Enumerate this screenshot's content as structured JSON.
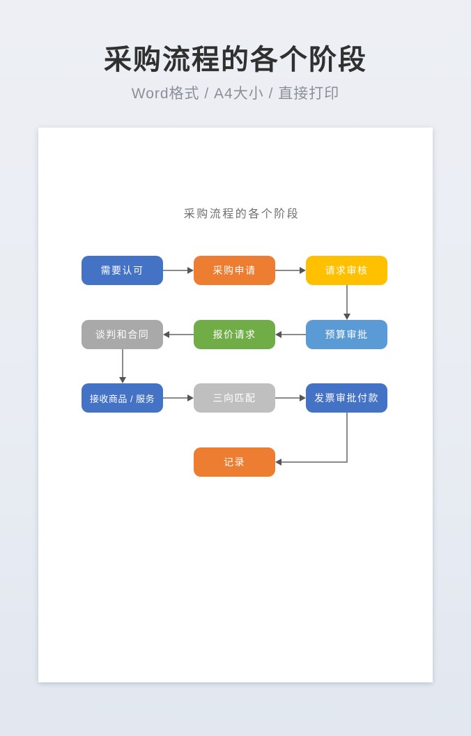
{
  "header": {
    "title": "采购流程的各个阶段",
    "subtitle": "Word格式 / A4大小 / 直接打印"
  },
  "document": {
    "chart_title": "采购流程的各个阶段",
    "nodes": [
      {
        "id": "need-approval",
        "label": "需要认可",
        "color": "#4472C4",
        "row": 0,
        "col": 0
      },
      {
        "id": "purchase-request",
        "label": "采购申请",
        "color": "#ED7D31",
        "row": 0,
        "col": 1
      },
      {
        "id": "request-review",
        "label": "请求审核",
        "color": "#FFC000",
        "row": 0,
        "col": 2
      },
      {
        "id": "budget-approval",
        "label": "预算审批",
        "color": "#5B9BD5",
        "row": 1,
        "col": 2
      },
      {
        "id": "quote-request",
        "label": "报价请求",
        "color": "#70AD47",
        "row": 1,
        "col": 1
      },
      {
        "id": "negotiation-contract",
        "label": "谈判和合同",
        "color": "#A9A9A9",
        "row": 1,
        "col": 0
      },
      {
        "id": "receive-goods",
        "label": "接收商品 / 服务",
        "color": "#4472C4",
        "row": 2,
        "col": 0,
        "small": true
      },
      {
        "id": "three-way-match",
        "label": "三向匹配",
        "color": "#BFBFBF",
        "row": 2,
        "col": 1
      },
      {
        "id": "invoice-approval",
        "label": "发票审批付款",
        "color": "#4472C4",
        "row": 2,
        "col": 2
      },
      {
        "id": "record",
        "label": "记录",
        "color": "#ED7D31",
        "row": 3,
        "col": 1
      }
    ],
    "edges": [
      {
        "from": "need-approval",
        "to": "purchase-request",
        "dir": "right"
      },
      {
        "from": "purchase-request",
        "to": "request-review",
        "dir": "right"
      },
      {
        "from": "request-review",
        "to": "budget-approval",
        "dir": "down"
      },
      {
        "from": "budget-approval",
        "to": "quote-request",
        "dir": "left"
      },
      {
        "from": "quote-request",
        "to": "negotiation-contract",
        "dir": "left"
      },
      {
        "from": "negotiation-contract",
        "to": "receive-goods",
        "dir": "down"
      },
      {
        "from": "receive-goods",
        "to": "three-way-match",
        "dir": "right"
      },
      {
        "from": "three-way-match",
        "to": "invoice-approval",
        "dir": "right"
      },
      {
        "from": "invoice-approval",
        "to": "record",
        "dir": "elbow-down-left"
      }
    ],
    "edge_colors": {
      "line": "#8a8a8a",
      "arrowhead": "#555555"
    }
  }
}
